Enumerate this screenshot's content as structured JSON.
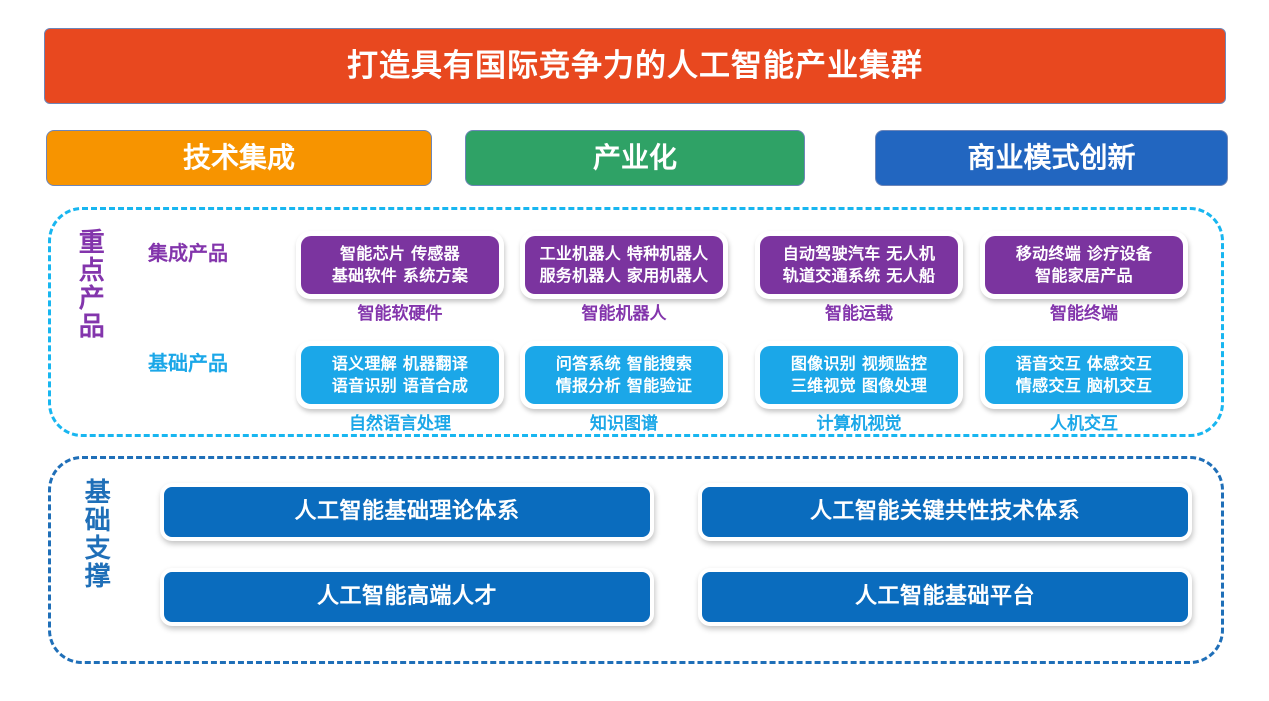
{
  "title": {
    "text": "打造具有国际竞争力的人工智能产业集群",
    "color": "#E8481F"
  },
  "categories": [
    {
      "label": "技术集成",
      "color": "#F79400"
    },
    {
      "label": "产业化",
      "color": "#2FA266"
    },
    {
      "label": "商业模式创新",
      "color": "#2266C0"
    }
  ],
  "sections": {
    "products": {
      "side_label": "重点产品",
      "border_color": "#18B6F0",
      "rows": [
        {
          "row_label": "集成产品",
          "accent": "#7B349F",
          "cells": [
            {
              "lines": [
                "智能芯片 传感器",
                "基础软件 系统方案"
              ],
              "caption": "智能软硬件"
            },
            {
              "lines": [
                "工业机器人 特种机器人",
                "服务机器人 家用机器人"
              ],
              "caption": "智能机器人"
            },
            {
              "lines": [
                "自动驾驶汽车 无人机",
                "轨道交通系统 无人船"
              ],
              "caption": "智能运载"
            },
            {
              "lines": [
                "移动终端 诊疗设备",
                "智能家居产品"
              ],
              "caption": "智能终端"
            }
          ]
        },
        {
          "row_label": "基础产品",
          "accent": "#1BA7E8",
          "cells": [
            {
              "lines": [
                "语义理解 机器翻译",
                "语音识别 语音合成"
              ],
              "caption": "自然语言处理"
            },
            {
              "lines": [
                "问答系统 智能搜索",
                "情报分析 智能验证"
              ],
              "caption": "知识图谱"
            },
            {
              "lines": [
                "图像识别 视频监控",
                "三维视觉 图像处理"
              ],
              "caption": "计算机视觉"
            },
            {
              "lines": [
                "语音交互 体感交互",
                "情感交互 脑机交互"
              ],
              "caption": "人机交互"
            }
          ]
        }
      ]
    },
    "foundation": {
      "side_label": "基础支撑",
      "border_color": "#1F6FB8",
      "box_color": "#0A6CBE",
      "boxes": [
        "人工智能基础理论体系",
        "人工智能关键共性技术体系",
        "人工智能高端人才",
        "人工智能基础平台"
      ]
    }
  }
}
